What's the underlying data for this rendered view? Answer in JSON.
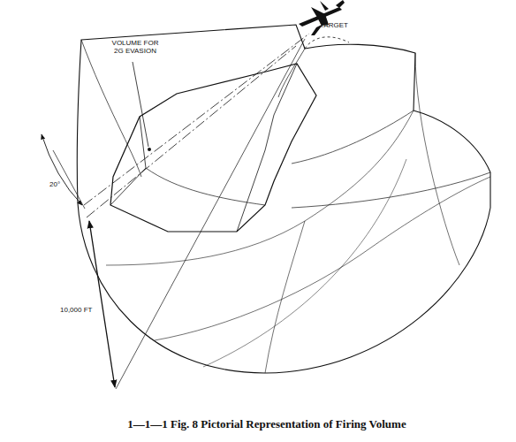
{
  "diagram": {
    "caption": "1—1—1 Fig. 8 Pictorial Representation of Firing Volume",
    "labels": [
      "VOLUME FOR 2G EVASION",
      "TARGET",
      "20°",
      "10,000 FT"
    ]
  }
}
